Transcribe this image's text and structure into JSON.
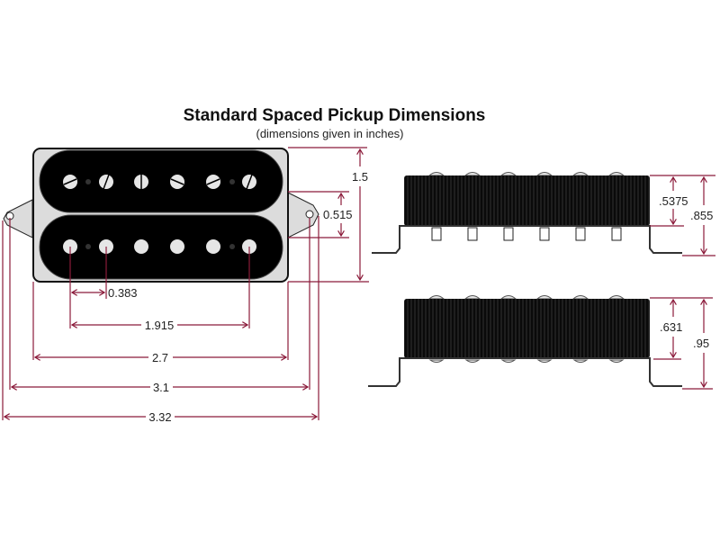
{
  "title": "Standard Spaced Pickup Dimensions",
  "subtitle": "(dimensions given in inches)",
  "colors": {
    "dimension_line": "#8b1a3a",
    "pickup_body": "#000000",
    "baseplate": "#d8d8d8",
    "polepiece": "#e6e6e6"
  },
  "top_view": {
    "dimensions": {
      "pole_spacing_adjacent": "0.383",
      "pole_spacing_outer": "1.915",
      "baseplate_width": "2.7",
      "mounting_hole_spacing": "3.1",
      "overall_length": "3.32",
      "height": "1.5",
      "ear_width": "0.515"
    }
  },
  "side_view_top": {
    "dimensions": {
      "body_height": ".5375",
      "overall_height": ".855"
    }
  },
  "side_view_bottom": {
    "dimensions": {
      "body_height": ".631",
      "overall_height": ".95"
    }
  }
}
